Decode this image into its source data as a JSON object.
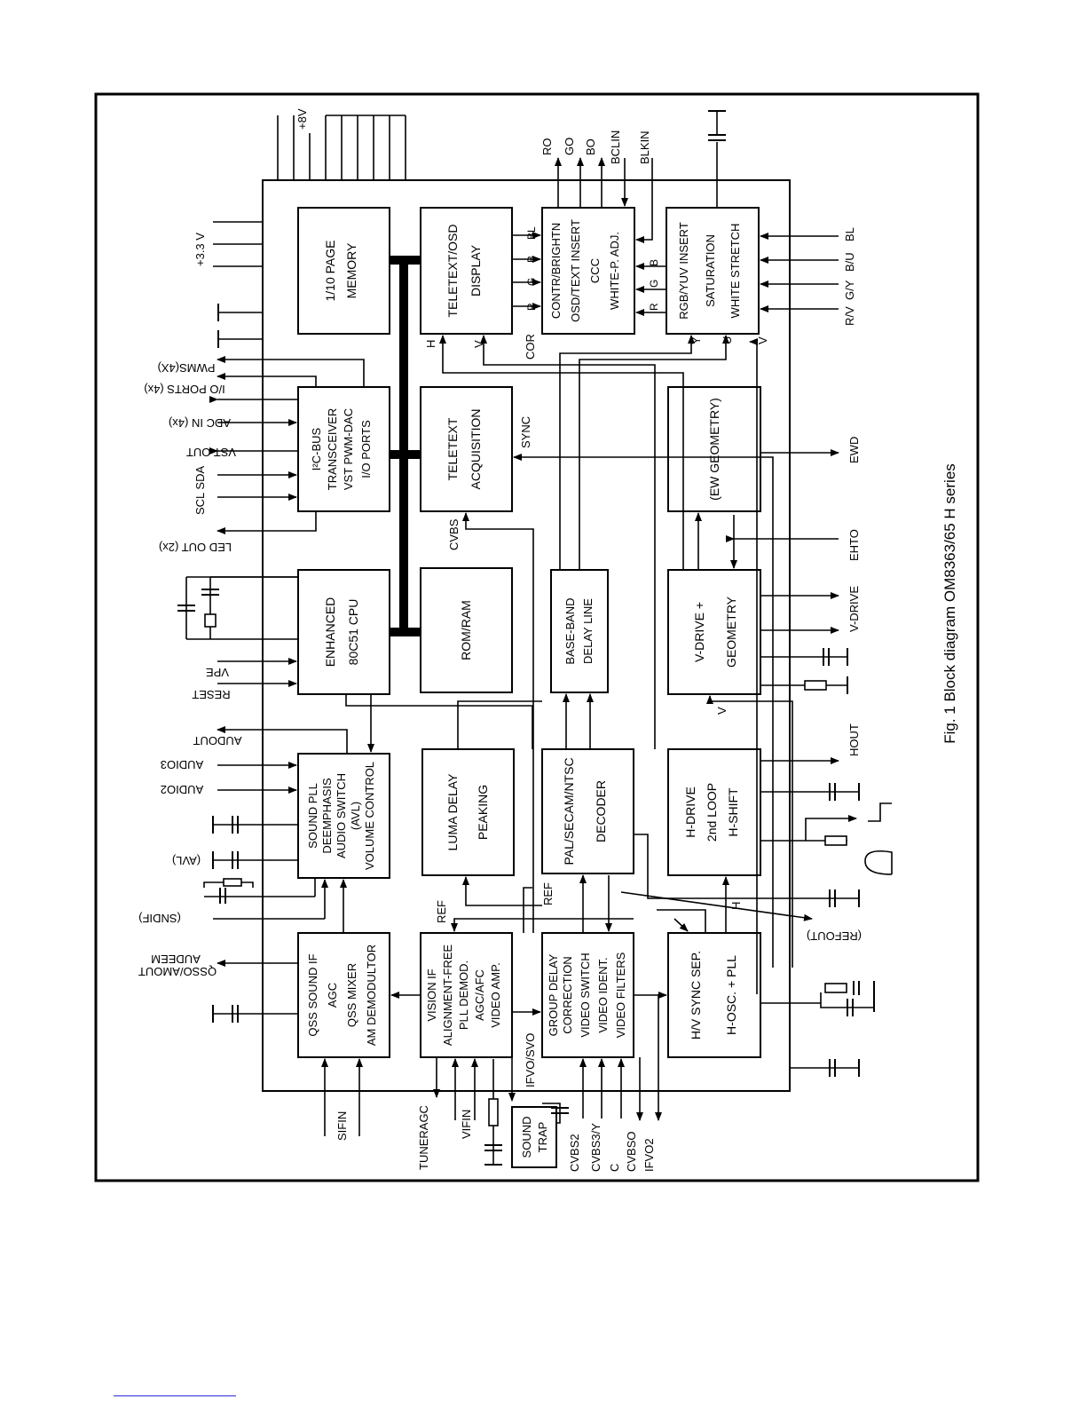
{
  "caption": "Fig. 1  Block diagram OM8363/65 H series",
  "blocks": {
    "memory": [
      "1/10 PAGE",
      "MEMORY"
    ],
    "osd_display": [
      "TELETEXT/OSD",
      "DISPLAY"
    ],
    "contr": [
      "CONTR/BRIGHTN",
      "OSD/TEXT INSERT",
      "CCC",
      "WHITE-P. ADJ."
    ],
    "rgb": [
      "RGB/YUV INSERT",
      "SATURATION",
      "WHITE STRETCH"
    ],
    "i2c": [
      "I²C-BUS",
      "TRANSCEIVER",
      "VST PWM-DAC",
      "I/O PORTS"
    ],
    "acq": [
      "TELETEXT",
      "ACQUISITION"
    ],
    "ew": [
      "(EW GEOMETRY)"
    ],
    "cpu": [
      "ENHANCED",
      "80C51 CPU"
    ],
    "romram": [
      "ROM/RAM"
    ],
    "baseband": [
      "BASE-BAND",
      "DELAY LINE"
    ],
    "vdrive": [
      "V-DRIVE +",
      "GEOMETRY"
    ],
    "sound": [
      "SOUND PLL",
      "DEEMPHASIS",
      "AUDIO SWITCH",
      "(AVL)",
      "VOLUME CONTROL"
    ],
    "luma": [
      "LUMA DELAY",
      "PEAKING"
    ],
    "decoder": [
      "PAL/SECAM/NTSC",
      "DECODER"
    ],
    "hdrive": [
      "H-DRIVE",
      "2nd LOOP",
      "H-SHIFT"
    ],
    "qss": [
      "QSS SOUND IF",
      "AGC",
      "QSS MIXER",
      "AM DEMODULTOR"
    ],
    "vif": [
      "VISION IF",
      "ALIGNMENT-FREE",
      "PLL DEMOD.",
      "AGC/AFC",
      "VIDEO AMP."
    ],
    "gdc": [
      "GROUP DELAY",
      "CORRECTION",
      "VIDEO SWITCH",
      "VIDEO IDENT.",
      "VIDEO FILTERS"
    ],
    "hvsync": [
      "H/V SYNC SEP.",
      "H-OSC. + PLL"
    ],
    "soundtrap": [
      "SOUND",
      "TRAP"
    ]
  },
  "signals": {
    "v8": "+8V",
    "v33": "+3.3 V",
    "pwms": "PWMS(4X)",
    "ioports": "I/O PORTS (4x)",
    "adcin": "ADC IN (4x)",
    "vstout": "VST OUT",
    "scl": "SCL  SDA",
    "ledout": "LED OUT (2x)",
    "vpe": "VPE",
    "reset": "RESET",
    "audout": "AUDOUT",
    "audio3": "AUDIO3",
    "audio2": "AUDIO2",
    "avl": "(AVL)",
    "sndif": "(SNDIF)",
    "qsso": "QSSO/AMOUT",
    "audeem": "AUDEEM",
    "ro": "RO",
    "go": "GO",
    "bo": "BO",
    "bclin": "BCLIN",
    "blkin": "BLKIN",
    "rv": "R/V",
    "gy": "G/Y",
    "bu": "B/U",
    "bl": "BL",
    "ewd": "EWD",
    "ehto": "EHTO",
    "vdrive": "V-DRIVE",
    "hout": "HOUT",
    "refout": "(REFOUT)",
    "sifin": "SIFIN",
    "tuneragc": "TUNERAGC",
    "vifin": "VIFIN",
    "ifvo": "IFVO/SVO",
    "cvbs2": "CVBS2",
    "cvbs3": "CVBS3/Y",
    "c": "C",
    "cvbso": "CVBSO",
    "ifvo2": "IFVO2",
    "sync": "SYNC",
    "cvbs": "CVBS",
    "ref1": "REF",
    "ref2": "REF",
    "cor": "COR",
    "h1": "H",
    "h2": "H",
    "v1": "V",
    "v2": "V",
    "v3": "V",
    "y": "Y",
    "u": "U",
    "r1": "R",
    "g1": "G",
    "b1": "B",
    "bl2": "BL",
    "b2": "B",
    "g2": "G",
    "r2": "R"
  }
}
